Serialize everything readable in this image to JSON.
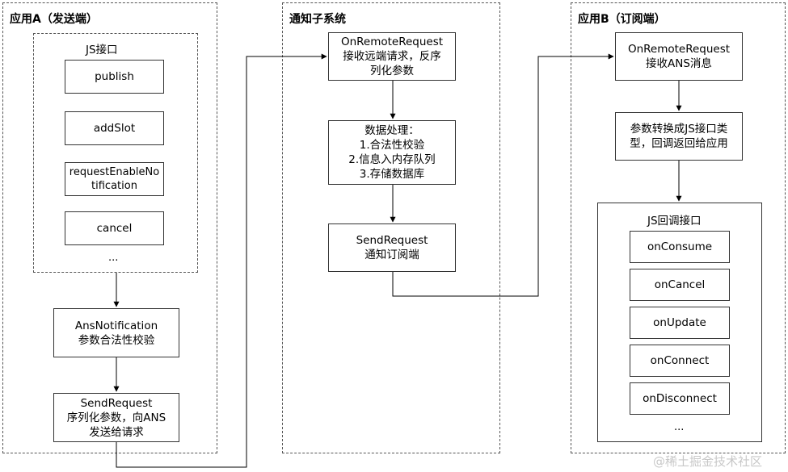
{
  "app_a": {
    "title": "应用A（发送端）",
    "js_interface": {
      "label": "JS接口",
      "items": [
        "publish",
        "addSlot",
        "requestEnableNotification",
        "cancel"
      ],
      "more": "..."
    },
    "ans_notification": [
      "AnsNotification",
      "参数合法性校验"
    ],
    "send_request": [
      "SendRequest",
      "序列化参数，向ANS",
      "发送给请求"
    ]
  },
  "notify_subsystem": {
    "title": "通知子系统",
    "on_remote_request": [
      "OnRemoteRequest",
      "接收远端请求，反序",
      "列化参数"
    ],
    "data_processing": [
      "数据处理：",
      "1.合法性校验",
      "2.信息入内存队列",
      "3.存储数据库"
    ],
    "send_request": [
      "SendRequest",
      "通知订阅端"
    ]
  },
  "app_b": {
    "title": "应用B（订阅端）",
    "on_remote_request": [
      "OnRemoteRequest",
      "接收ANS消息"
    ],
    "convert": [
      "参数转换成JS接口类",
      "型，回调返回给应用"
    ],
    "js_callback": {
      "label": "JS回调接口",
      "items": [
        "onConsume",
        "onCancel",
        "onUpdate",
        "onConnect",
        "onDisconnect"
      ],
      "more": "..."
    }
  },
  "watermark": "@稀土掘金技术社区"
}
